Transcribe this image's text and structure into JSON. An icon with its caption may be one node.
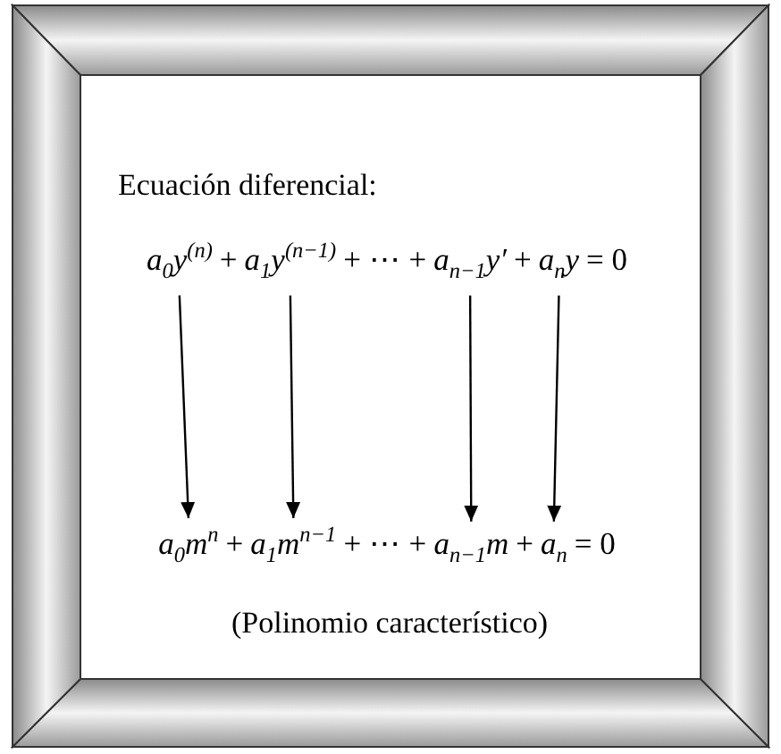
{
  "diagram": {
    "nodes": [
      {
        "text": [
          "a$_{0}$y$^{(n)}$"
        ]
      },
      {
        "text": [
          "a$_{1}$y$^{(n−1)}$"
        ]
      },
      {
        "text": [
          "a$_{n−1}$y′"
        ]
      },
      {
        "text": [
          "a$_{n}$y"
        ]
      },
      {
        "text": [
          "a$_{0}$m$^{n}$"
        ]
      },
      {
        "text": [
          "a$_{1}$m$^{n−1}$"
        ]
      },
      {
        "text": [
          "a$_{n−1}$m"
        ]
      },
      {
        "text": [
          "a$_{n}$"
        ]
      }
    ],
    "edges": [
      {
        "from": 0,
        "to": 4,
        "arrow": "to"
      },
      {
        "from": 1,
        "to": 5,
        "arrow": "to"
      },
      {
        "from": 2,
        "to": 6,
        "arrow": "to"
      },
      {
        "from": 3,
        "to": 7,
        "arrow": "to"
      }
    ],
    "labels": [
      "Ecuación diferencial:",
      "+",
      "+ ⋯ +",
      "+",
      "= 0",
      "+",
      "+ ⋯ +",
      "+",
      "= 0",
      "(Polinomio característico)"
    ]
  }
}
